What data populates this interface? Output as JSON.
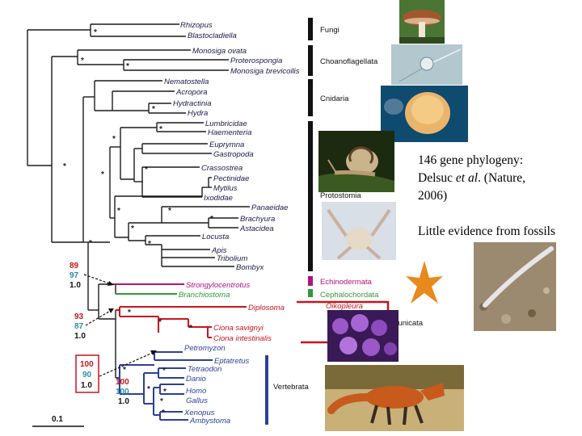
{
  "colors": {
    "black": "#1a1a1a",
    "echinodermata": "#b0127f",
    "cephalochordata": "#2f9a3a",
    "tunicata": "#c8141e",
    "vertebrata": "#2c3f9b",
    "support_red": "#c8141e",
    "support_teal": "#2a8fa0",
    "support_black": "#111111"
  },
  "taxa": {
    "rhizopus": "Rhizopus",
    "blastocladiella": "Blastocladiella",
    "monosiga_ovata": "Monosiga ovata",
    "proterospongia": "Proterospongia",
    "monosiga_brevicollis": "Monosiga brevicollis",
    "nematostella": "Nematostella",
    "acropora": "Acropora",
    "hydractinia": "Hydractinia",
    "hydra": "Hydra",
    "lumbricidae": "Lumbricidae",
    "haementeria": "Haementeria",
    "euprymna": "Euprymna",
    "gastropoda": "Gastropoda",
    "crassostrea": "Crassostrea",
    "pectinidae": "Pectinidae",
    "mytilus": "Mytilus",
    "ixodidae": "Ixodidae",
    "panaeidae": "Panaeidae",
    "brachyura": "Brachyura",
    "astacidea": "Astacidea",
    "locusta": "Locusta",
    "apis": "Apis",
    "tribolium": "Tribolium",
    "bombyx": "Bombyx",
    "strongylocentrotus": "Strongylocentrotus",
    "branchiostoma": "Branchiostoma",
    "diplosoma": "Diplosoma",
    "oikopleura": "Oikopleura",
    "ciona_savignyi": "Ciona savignyi",
    "ciona_intestinalis": "Ciona intestinalis",
    "petromyzon": "Petromyzon",
    "eptatretus": "Eptatretus",
    "tetraodon": "Tetraodon",
    "danio": "Danio",
    "homo": "Homo",
    "gallus": "Gallus",
    "xenopus": "Xenopus",
    "ambystoma": "Ambystoma"
  },
  "groups": {
    "fungi": "Fungi",
    "choanoflagellata": "Choanoflagellata",
    "cnidaria": "Cnidaria",
    "protostomia": "Protostomia",
    "echinodermata": "Echinodermata",
    "cephalochordata": "Cephalochordata",
    "tunicata": "Tunicata",
    "vertebrata": "Vertebrata"
  },
  "support": {
    "echinoderm_node": [
      "89",
      "97",
      "1.0"
    ],
    "tunicate_node": [
      "93",
      "87",
      "1.0"
    ],
    "vertebrate_box": [
      "100",
      "90",
      "1.0"
    ],
    "vertebrata_node": [
      "100",
      "100",
      "1.0"
    ]
  },
  "star": "*",
  "scale_label": "0.1",
  "notes": {
    "line1_a": "146 gene phylogeny:",
    "line2_a": "Delsuc ",
    "line2_b": "et al",
    "line2_c": ". (Nature,",
    "line3_a": "2006)",
    "fossils": "Little evidence from fossils"
  },
  "photos": [
    "mushroom",
    "choanoflagellate",
    "jellyfish",
    "snail",
    "crab",
    "starfish",
    "lancelet",
    "sea squirts",
    "fox"
  ]
}
